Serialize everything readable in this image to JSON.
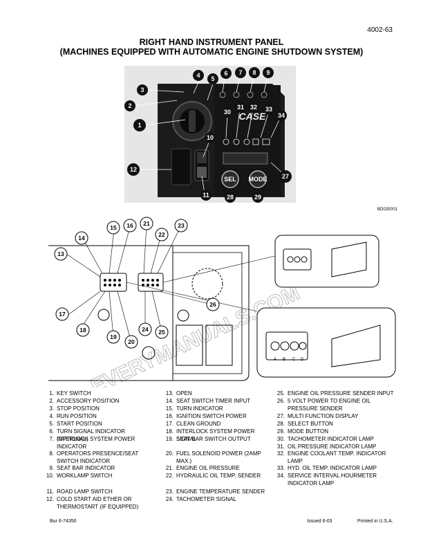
{
  "page_number": "4002-63",
  "title_line1": "RIGHT HAND INSTRUMENT PANEL",
  "title_line2": "(MACHINES EQUIPPED WITH AUTOMATIC ENGINE SHUTDOWN SYSTEM)",
  "photo": {
    "code": "BD02E001",
    "brand_logo": "CASE",
    "sel_label": "SEL",
    "mode_label": "MODE",
    "callouts": [
      "1",
      "2",
      "3",
      "4",
      "5",
      "6",
      "7",
      "8",
      "9",
      "10",
      "11",
      "12",
      "27",
      "28",
      "29",
      "30",
      "31",
      "32",
      "33",
      "34"
    ]
  },
  "drawing": {
    "callouts": [
      "13",
      "14",
      "15",
      "16",
      "17",
      "18",
      "19",
      "20",
      "21",
      "22",
      "23",
      "24",
      "25",
      "26"
    ],
    "connector_pin_labels": [
      "A",
      "B",
      "C",
      "D"
    ],
    "watermark": "EVERYMANUALS.COM"
  },
  "legend": {
    "col1": [
      {
        "n": "1.",
        "t": "KEY SWITCH"
      },
      {
        "n": "2.",
        "t": "ACCESSORY POSITION"
      },
      {
        "n": "3.",
        "t": "STOP POSITION"
      },
      {
        "n": "4.",
        "t": "RUN POSITION"
      },
      {
        "n": "5.",
        "t": "START POSITION"
      },
      {
        "n": "6.",
        "t": "TURN SIGNAL INDICATOR (OPTIONAL)"
      },
      {
        "n": "7.",
        "t": "INTERLOCK SYSTEM POWER INDICATOR"
      },
      {
        "n": "8.",
        "t": "OPERATORS PRESENCE/SEAT SWITCH INDICATOR"
      },
      {
        "n": "9.",
        "t": "SEAT BAR INDICATOR"
      },
      {
        "n": "10.",
        "t": "WORKLAMP SWITCH"
      },
      {
        "n": "11.",
        "t": "ROAD LAMP SWITCH"
      },
      {
        "n": "12.",
        "t": "COLD START AID ETHER OR THERMOSTART (IF EQUIPPED)"
      }
    ],
    "col2": [
      {
        "n": "13.",
        "t": "OPEN"
      },
      {
        "n": "14.",
        "t": "SEAT SWITCH TIMER INPUT"
      },
      {
        "n": "15.",
        "t": "TURN INDICATOR"
      },
      {
        "n": "16.",
        "t": "IGNITION SWITCH POWER"
      },
      {
        "n": "17.",
        "t": "CLEAN GROUND"
      },
      {
        "n": "18.",
        "t": "INTERLOCK SYSTEM POWER SIGNAL"
      },
      {
        "n": "19.",
        "t": "SEAT BAR SWITCH OUTPUT"
      },
      {
        "n": "20.",
        "t": "FUEL SOLENOID POWER (2AMP MAX.)"
      },
      {
        "n": "21.",
        "t": "ENGINE OIL PRESSURE"
      },
      {
        "n": "22.",
        "t": "HYDRAULIC OIL TEMP. SENDER"
      },
      {
        "n": "23.",
        "t": "ENGINE TEMPERATURE SENDER"
      },
      {
        "n": "24.",
        "t": "TACHOMETER SIGNAL"
      }
    ],
    "col3": [
      {
        "n": "25.",
        "t": "ENGINE OIL PRESSURE SENDER INPUT"
      },
      {
        "n": "26.",
        "t": "5 VOLT POWER TO ENGINE OIL PRESSURE SENDER"
      },
      {
        "n": "27.",
        "t": "MULTI FUNCTION DISPLAY"
      },
      {
        "n": "28.",
        "t": "SELECT BUTTON"
      },
      {
        "n": "29.",
        "t": "MODE BUTTON"
      },
      {
        "n": "30.",
        "t": "TACHOMETER INDICATOR LAMP"
      },
      {
        "n": "31.",
        "t": "OIL PRESSURE INDICATOR LAMP"
      },
      {
        "n": "32.",
        "t": "ENGINE COOLANT TEMP. INDICATOR LAMP"
      },
      {
        "n": "33.",
        "t": "HYD. OIL TEMP. INDICATOR LAMP"
      },
      {
        "n": "34.",
        "t": "SERVICE INTERVAL HOURMETER INDICATOR LAMP"
      }
    ]
  },
  "footer": {
    "doc_number": "Bur 6-74350",
    "issued": "Issued 6-03",
    "printed": "Printed in U.S.A."
  }
}
